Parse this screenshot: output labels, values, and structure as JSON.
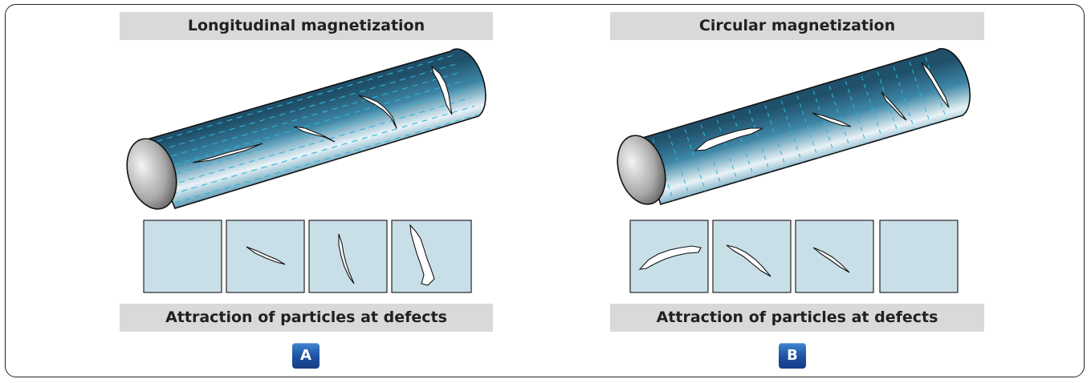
{
  "panelA": {
    "title": "Longitudinal magnetization",
    "caption": "Attraction of particles at defects",
    "badge": "A"
  },
  "panelB": {
    "title": "Circular magnetization",
    "caption": "Attraction of particles at defects",
    "badge": "B"
  },
  "colors": {
    "bar_gray": "#d9d9da",
    "rod_blue": "#3b7f9c",
    "field_line": "#2fb4d9",
    "inset_fill": "#c9dfe8",
    "badge_blue": "#1c4fa0"
  }
}
